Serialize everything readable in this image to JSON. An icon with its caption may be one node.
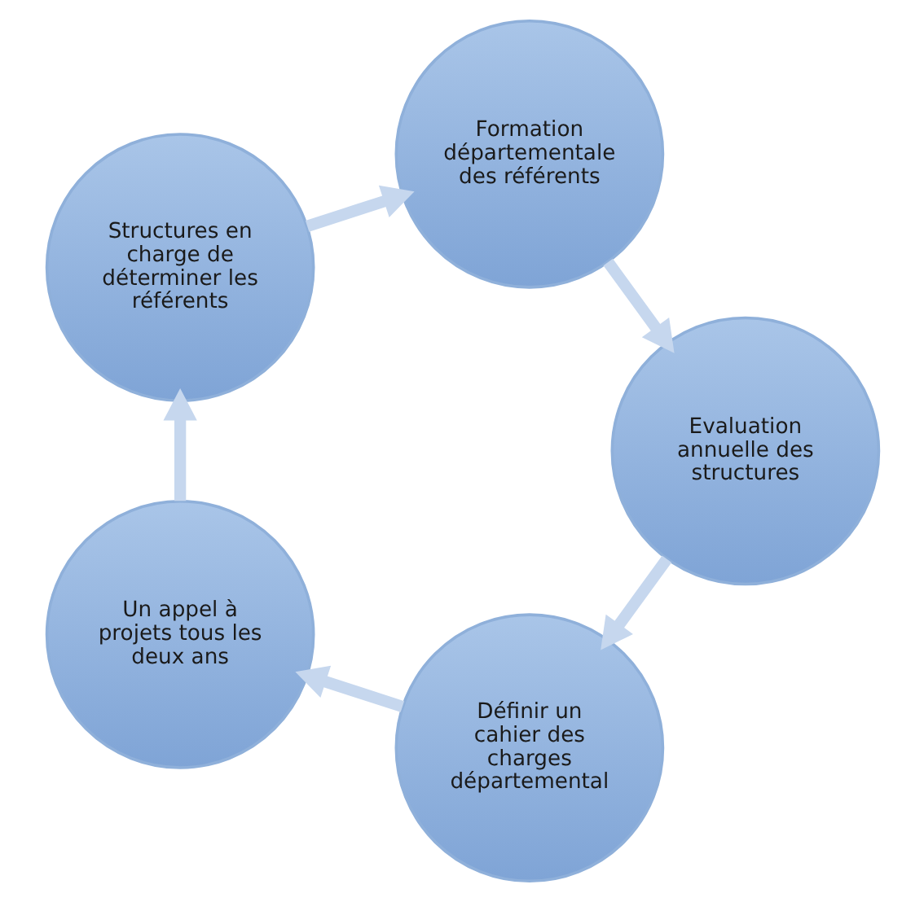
{
  "diagram": {
    "nodes": [
      {
        "text": [
          "Définir un cahier des charges départemental"
        ]
      },
      {
        "text": [
          "Un appel à projets tous les deux ans"
        ]
      },
      {
        "text": [
          "Structures en charge de déterminer les référents"
        ]
      },
      {
        "text": [
          "Formation départementale des référents"
        ]
      },
      {
        "text": [
          "Evaluation annuelle des structures"
        ]
      }
    ],
    "edges": [
      {
        "from": 0,
        "to": 1,
        "arrow": "to"
      },
      {
        "from": 1,
        "to": 2,
        "arrow": "to"
      },
      {
        "from": 2,
        "to": 3,
        "arrow": "to"
      },
      {
        "from": 3,
        "to": 4,
        "arrow": "to"
      },
      {
        "from": 4,
        "to": 0,
        "arrow": "to"
      }
    ]
  }
}
